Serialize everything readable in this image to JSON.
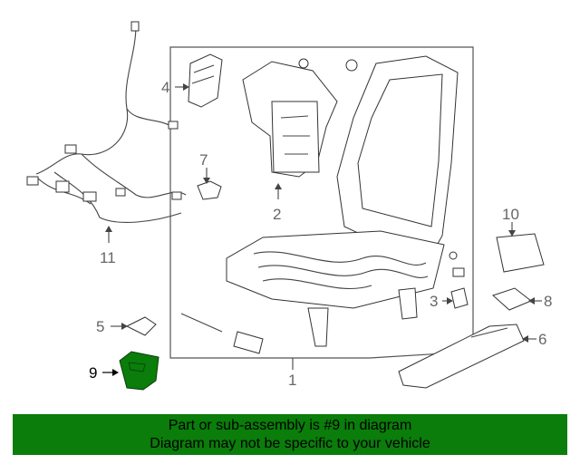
{
  "callouts": {
    "c1": "1",
    "c2": "2",
    "c3": "3",
    "c4": "4",
    "c5": "5",
    "c6": "6",
    "c7": "7",
    "c8": "8",
    "c9": "9",
    "c10": "10",
    "c11": "11"
  },
  "banner": {
    "line1": "Part or sub-assembly is #9 in diagram",
    "line2": "Diagram may not be specific to your vehicle"
  },
  "colors": {
    "highlight": "#0a7d0a",
    "banner_bg": "#0a7d0a",
    "line": "#444444",
    "label": "#666666"
  }
}
